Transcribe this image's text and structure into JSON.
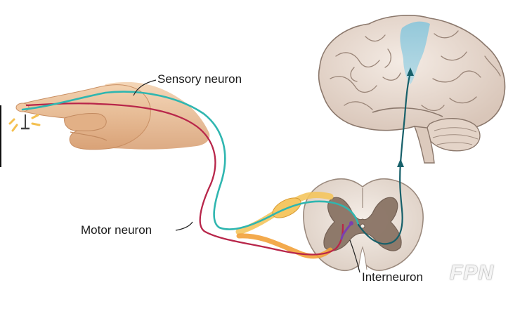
{
  "labels": {
    "sensory": "Sensory neuron",
    "motor": "Motor neuron",
    "interneuron": "Interneuron"
  },
  "watermark": "FPN",
  "colors": {
    "sensory_pathway": "#2fb6b0",
    "motor_pathway": "#b8264a",
    "ascending_tract": "#17606a",
    "interneuron": "#7a3fb0",
    "skin": "#e6b98e",
    "brain": "#e9dcd3",
    "brain_highlight": "#7fbcd0",
    "spinal_white_matter": "#efe6df",
    "spinal_gray_matter": "#7d6a5c",
    "nerve_bundle": "#f0b040"
  }
}
